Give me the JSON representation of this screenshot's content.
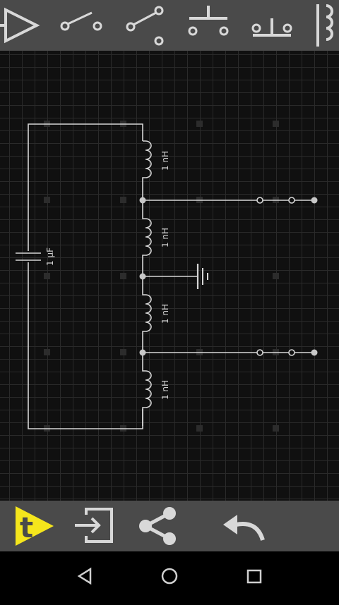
{
  "toolbar": {
    "tools": [
      {
        "name": "diode",
        "icon": "diode-icon"
      },
      {
        "name": "switch",
        "icon": "switch-spst-icon"
      },
      {
        "name": "switch-closed",
        "icon": "switch-spdt-icon"
      },
      {
        "name": "push-button",
        "icon": "push-button-no-icon"
      },
      {
        "name": "push-button-nc",
        "icon": "push-button-nc-icon"
      },
      {
        "name": "transformer",
        "icon": "transformer-icon"
      }
    ]
  },
  "circuit": {
    "components": [
      {
        "type": "capacitor",
        "label": "1 µF"
      },
      {
        "type": "inductor",
        "label": "1 nH"
      },
      {
        "type": "inductor",
        "label": "1 nH"
      },
      {
        "type": "inductor",
        "label": "1 nH"
      },
      {
        "type": "inductor",
        "label": "1 nH"
      },
      {
        "type": "ground",
        "label": ""
      }
    ]
  },
  "bottombar": {
    "buttons": [
      "app-logo-icon",
      "export-icon",
      "share-icon",
      "undo-icon"
    ],
    "logo_letter": "t"
  },
  "navbar": {
    "buttons": [
      "back-icon",
      "home-icon",
      "recents-icon"
    ]
  },
  "colors": {
    "toolbar_bg": "#4a4a4a",
    "canvas_bg": "#101010",
    "grid": "#2a2a2a",
    "wire": "#d6d6d6",
    "logo": "#f5e61c"
  }
}
